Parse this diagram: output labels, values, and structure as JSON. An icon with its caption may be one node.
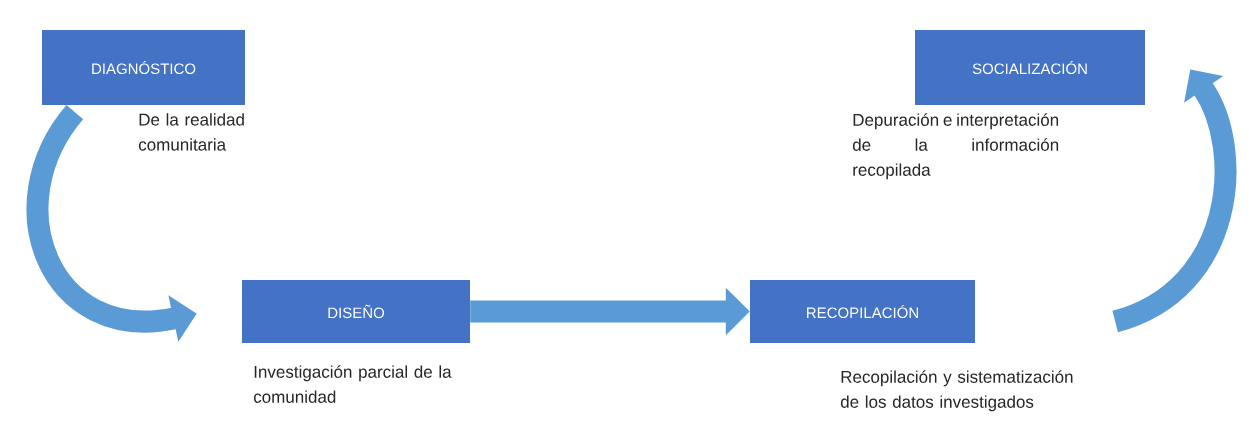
{
  "diagram": {
    "nodes": [
      {
        "text": [
          "DIAGNÓSTICO"
        ],
        "beside": [
          "De la realidad comunitaria"
        ]
      },
      {
        "text": [
          "DISEÑO"
        ],
        "beside": [
          "Investigación parcial de la comunidad"
        ]
      },
      {
        "text": [
          "RECOPILACIÓN"
        ],
        "beside": [
          "Recopilación y sistematización de los datos investigados"
        ]
      },
      {
        "text": [
          "SOCIALIZACIÓN"
        ],
        "beside": [
          "Depuración e interpretación de la información recopilada"
        ]
      }
    ],
    "edges": [
      {
        "from": 0,
        "to": 1,
        "arrow": "to"
      },
      {
        "from": 1,
        "to": 2,
        "arrow": "to"
      },
      {
        "from": 2,
        "to": 3,
        "arrow": "to"
      }
    ]
  }
}
